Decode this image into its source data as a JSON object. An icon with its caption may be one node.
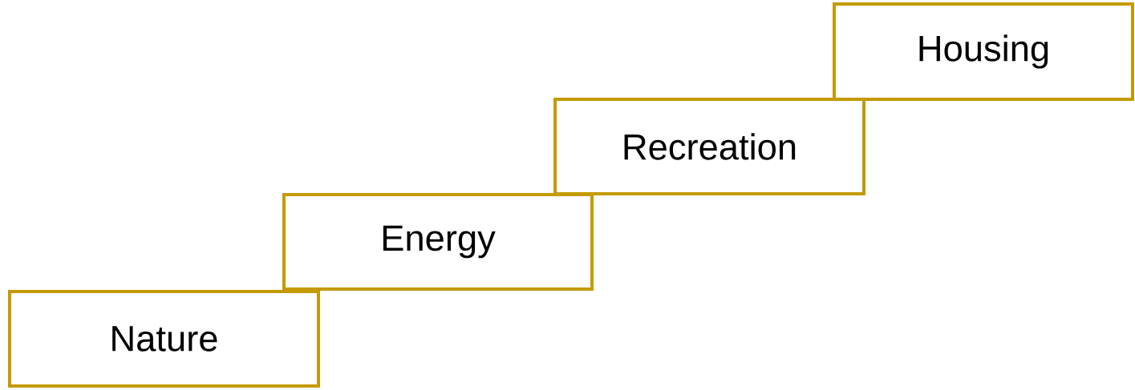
{
  "diagram": {
    "nodes": [
      {
        "text": [
          "Nature"
        ]
      },
      {
        "text": [
          "Energy"
        ]
      },
      {
        "text": [
          "Recreation"
        ]
      },
      {
        "text": [
          "Housing"
        ]
      }
    ]
  }
}
